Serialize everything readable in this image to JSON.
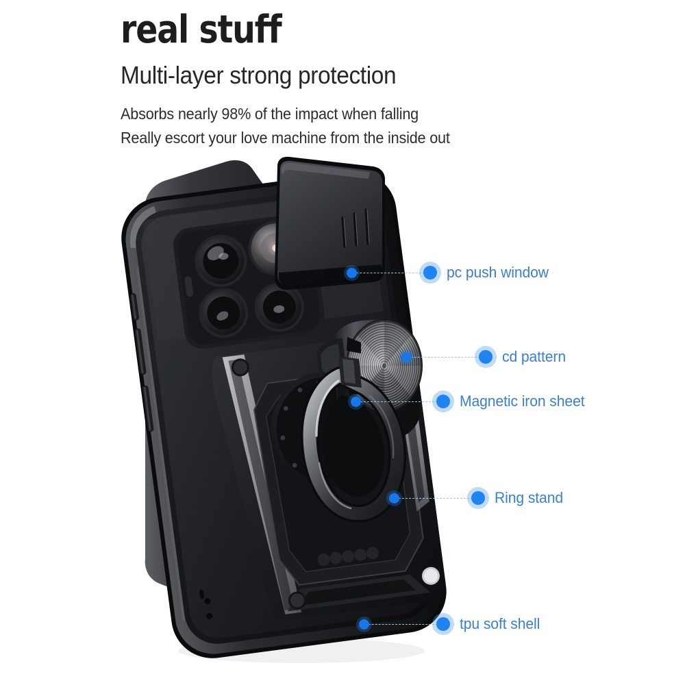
{
  "header": {
    "title": "real stuff",
    "subtitle": "Multi-layer strong protection",
    "line1": "Absorbs nearly 98% of the impact when falling",
    "line2": "Really escort your love machine from the inside out"
  },
  "colors": {
    "label_blue": "#3a7fd0",
    "dot_blue": "#1f84ef",
    "dot_halo": "#56a0ea",
    "leader_blue": "#9cc4ef",
    "heading_black": "#1d1d1d",
    "body_gray": "#2c2c2c",
    "background": "#ffffff",
    "case_black": "#111214",
    "case_edge_gray": "#9a9a9c",
    "metal_silver": "#b9bcc0"
  },
  "callouts": [
    {
      "id": "pc-push-window",
      "label": "pc push window"
    },
    {
      "id": "cd-pattern",
      "label": "cd pattern"
    },
    {
      "id": "magnetic-iron-sheet",
      "label": "Magnetic iron sheet"
    },
    {
      "id": "ring-stand",
      "label": "Ring stand"
    },
    {
      "id": "tpu-soft-shell",
      "label": "tpu soft shell"
    }
  ],
  "product": {
    "name": "armor-phone-case",
    "parts": [
      "camera-slider-cover",
      "quad-camera-module",
      "armor-back-plate",
      "cd-pattern-disc",
      "magnetic-base",
      "ring-kickstand",
      "tpu-soft-shell"
    ]
  }
}
